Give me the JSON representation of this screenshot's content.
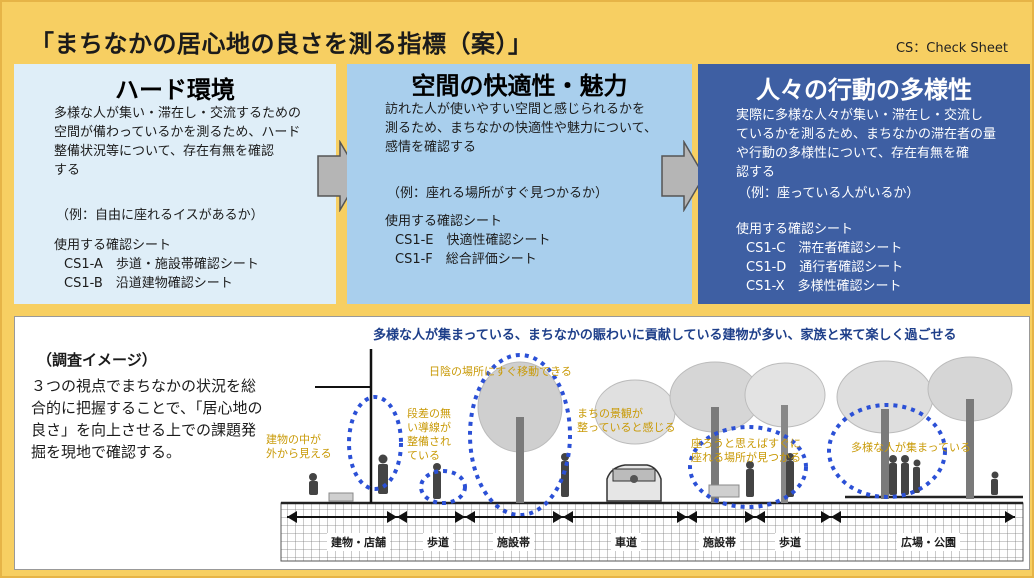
{
  "header": {
    "title": "「まちなかの居心地の良さを測る指標（案）」",
    "cs_note": "CS：Check Sheet"
  },
  "panels": [
    {
      "heading": "ハード環境",
      "desc": [
        "多様な人が集い・滞在し・交流するための",
        "空間が備わっているかを測るため、ハード",
        "整備状況等について、存在有無を確認",
        "する"
      ],
      "example": "（例：自由に座れるイスがあるか）",
      "used_label": "使用する確認シート",
      "sheets": [
        "CS1-A　歩道・施設帯確認シート",
        "CS1-B　沿道建物確認シート"
      ]
    },
    {
      "heading": "空間の快適性・魅力",
      "desc": [
        "訪れた人が使いやすい空間と感じられるかを",
        "測るため、まちなかの快適性や魅力について、",
        "感情を確認する"
      ],
      "example": "（例：座れる場所がすぐ見つかるか）",
      "used_label": "使用する確認シート",
      "sheets": [
        "CS1-E　快適性確認シート",
        "CS1-F　総合評価シート"
      ]
    },
    {
      "heading": "人々の行動の多様性",
      "desc": [
        "実際に多様な人々が集い・滞在し・交流し",
        "ているかを測るため、まちなかの滞在者の量",
        "や行動の多様性について、存在有無を確",
        "認する"
      ],
      "example": "（例：座っている人がいるか）",
      "used_label": "使用する確認シート",
      "sheets": [
        "CS1-C　滞在者確認シート",
        "CS1-D　通行者確認シート",
        "CS1-X　多様性確認シート"
      ]
    }
  ],
  "bottom": {
    "headline": "多様な人が集まっている、まちなかの賑わいに貢献している建物が多い、家族と来て楽しく過ごせる",
    "sub": "（調査イメージ）",
    "text": "３つの視点でまちなかの状況を総合的に把握することで、「居心地の良さ」を向上させる上での課題発掘を現地で確認する。",
    "labels": {
      "shade": "日陰の場所にすぐ移動できる",
      "building": [
        "建物の中が",
        "外から見える"
      ],
      "step": [
        "段差の無",
        "い導線が",
        "整備され",
        "ている"
      ],
      "view": [
        "まちの景観が",
        "整っていると感じる"
      ],
      "seat": [
        "座ろうと思えばすぐに",
        "座れる場所が見つかる"
      ],
      "people": "多様な人が集まっている"
    },
    "zones": [
      "建物・店舗",
      "歩道",
      "施設帯",
      "車道",
      "施設帯",
      "歩道",
      "広場・公園"
    ]
  },
  "colors": {
    "background": "#f7cf62",
    "panel1": "#dfeef8",
    "panel2": "#a9cfed",
    "panel3": "#3e5fa3",
    "headline": "#1e3f8a",
    "label": "#c99a07",
    "dotted_circle": "#2b50d6"
  }
}
